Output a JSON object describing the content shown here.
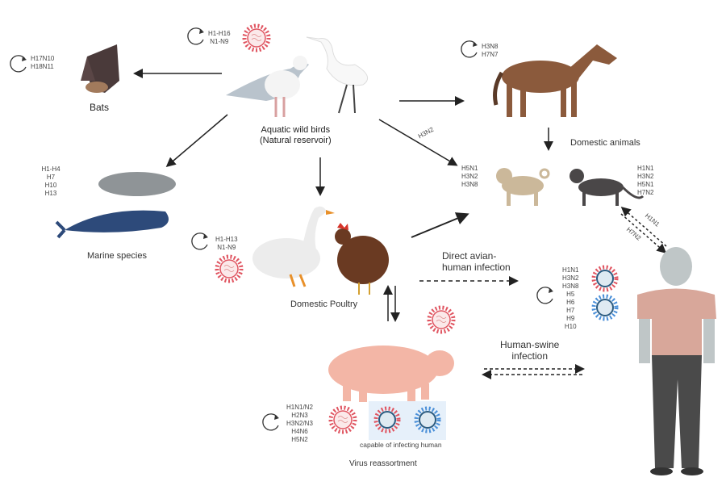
{
  "nodes": {
    "wild_birds": {
      "label": "Aquatic wild birds\n(Natural reservoir)",
      "subtypes": "H1-H16\nN1-N9"
    },
    "bats": {
      "label": "Bats",
      "subtypes": "H17N10\nH18N11"
    },
    "horse": {
      "subtypes": "H3N8\nH7N7"
    },
    "domestic_animals": {
      "label": "Domestic animals",
      "dog_subtypes": "H5N1\nH3N2\nH3N8",
      "cat_subtypes": "H1N1\nH3N2\nH5N1\nH7N2"
    },
    "marine": {
      "label": "Marine species",
      "subtypes": "H1-H4\nH7\nH10\nH13"
    },
    "poultry": {
      "label": "Domestic Poultry",
      "subtypes": "H1-H13\nN1-N9"
    },
    "human": {
      "subtypes": "H1N1\nH3N2\nH3N8\nH5\nH6\nH7\nH9\nH10"
    },
    "swine": {
      "subtypes": "H1N1/N2\nH2N3\nH3N2/N3\nH4N6\nH5N2",
      "capable_label": "capable of infecting human",
      "reassortment_label": "Virus reassortment"
    }
  },
  "edges": {
    "birds_to_dog_label": "H3N2",
    "direct_avian_human": "Direct avian-\nhuman infection",
    "human_swine": "Human-swine\ninfection",
    "cat_human_a": "H1N1",
    "cat_human_b": "H7N2"
  },
  "colors": {
    "virus_red": "#e05561",
    "virus_blue": "#4a8fd8",
    "arrow": "#222222"
  }
}
